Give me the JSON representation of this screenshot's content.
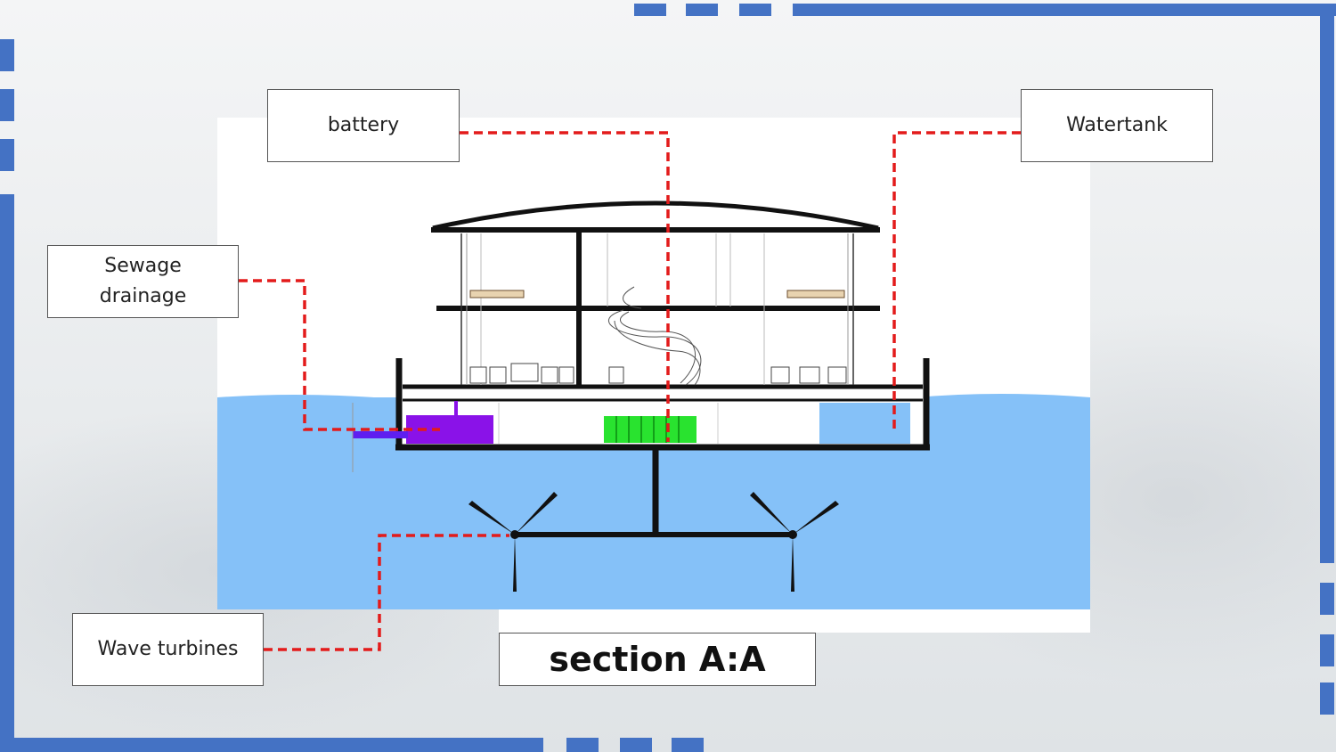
{
  "labels": {
    "battery": "battery",
    "watertank": "Watertank",
    "sewage": "Sewage\ndrainage",
    "turbines": "Wave turbines",
    "section": "section A:A"
  },
  "colors": {
    "frame": "#4472c4",
    "water": "#85c1f8",
    "callout": "#e31b1b",
    "battery": "#29e32f",
    "sewage_tank": "#8a12e8",
    "structure": "#111111"
  }
}
